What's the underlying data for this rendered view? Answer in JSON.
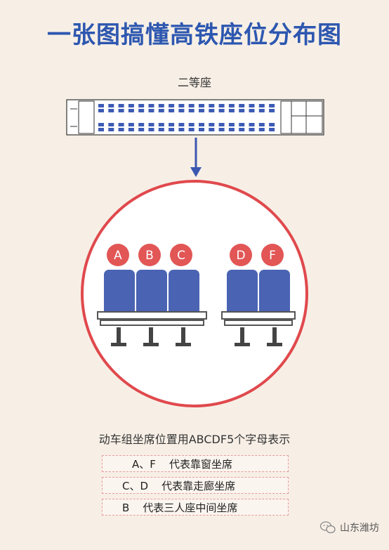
{
  "title": "一张图搞懂高铁座位分布图",
  "car_label": "二等座",
  "seat_letters_left": [
    "A",
    "B",
    "C"
  ],
  "seat_letters_right": [
    "D",
    "F"
  ],
  "caption": "动车组坐席位置用ABCDF5个字母表示",
  "legend": [
    {
      "text": "A、F    代表靠窗坐席"
    },
    {
      "text": "C、D    代表靠走廊坐席"
    },
    {
      "text": "B    代表三人座中间坐席"
    }
  ],
  "watermark": "山东潍坊",
  "colors": {
    "accent": "#2d57b0",
    "seat": "#4a63b3",
    "badge": "#e25656",
    "ring": "#e0494d"
  }
}
